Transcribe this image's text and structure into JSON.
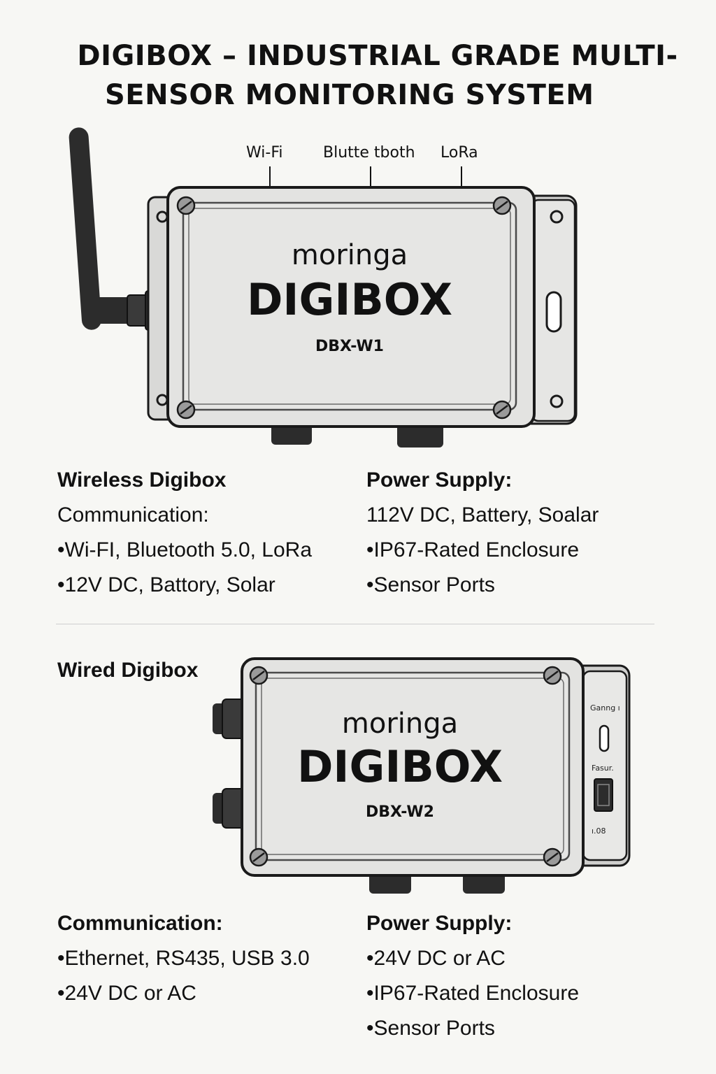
{
  "title": {
    "line1": "DIGIBOX – INDUSTRIAL GRADE MULTI-",
    "line2": "SENSOR MONITORING SYSTEM"
  },
  "device1": {
    "brand": "moringa",
    "name": "DIGIBOX",
    "model": "DBX-W1",
    "protocols": [
      "Wi-Fi",
      "Blutte tboth",
      "LoRa"
    ]
  },
  "section1": {
    "left": {
      "heading": "Wireless Digibox",
      "subheading": "Communication:",
      "items": [
        "Wi-FI, Bluetooth 5.0, LoRa",
        "12V DC, Battory, Solar"
      ]
    },
    "right": {
      "heading": "Power Supply:",
      "subheading": "112V DC, Battery, Soalar",
      "items": [
        "IP67-Rated Enclosure",
        "Sensor Ports"
      ]
    }
  },
  "device2": {
    "label": "Wired Digibox",
    "brand": "moringa",
    "name": "DIGIBOX",
    "model": "DBX-W2",
    "side_label_top": "Ganng ı",
    "side_label_mid": "Fasur.",
    "side_label_bottom": "ı.08"
  },
  "section2": {
    "left": {
      "heading": "Communication:",
      "items": [
        "Ethernet, RS435, USB 3.0",
        "24V DC or AC"
      ]
    },
    "right": {
      "heading": "Power Supply:",
      "items": [
        "24V DC or AC",
        "IP67-Rated Enclosure",
        "Sensor Ports"
      ]
    }
  }
}
